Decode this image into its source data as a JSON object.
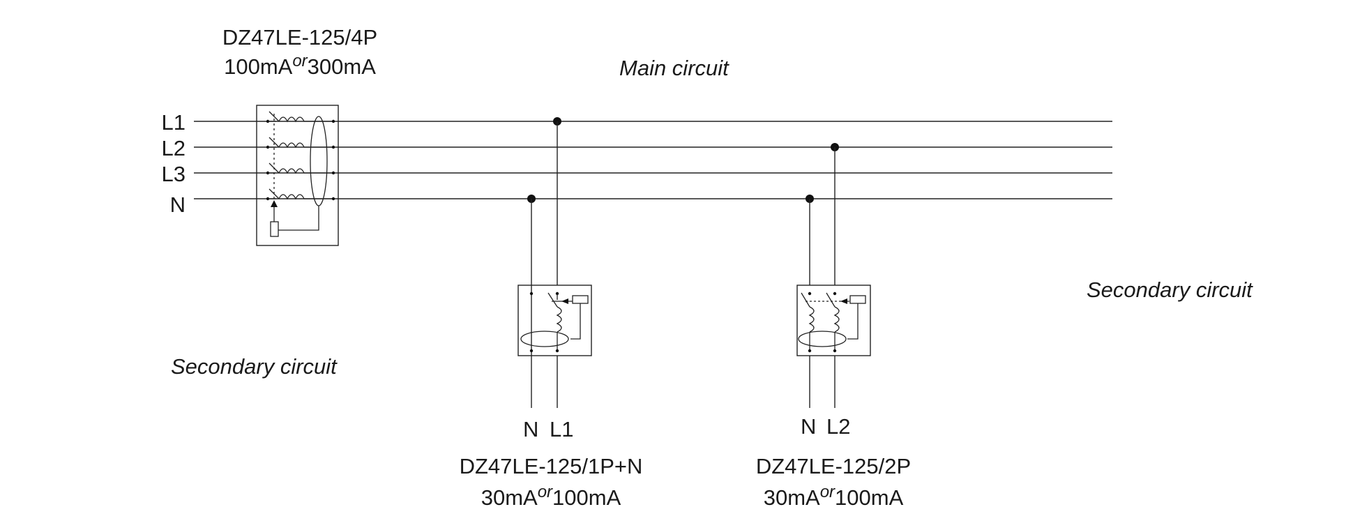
{
  "main_breaker": {
    "model": "DZ47LE-125/4P",
    "rating_a": "100mA",
    "rating_or": "or",
    "rating_b": "300mA"
  },
  "main_circuit_label": "Main circuit",
  "lines": [
    "L1",
    "L2",
    "L3",
    "N"
  ],
  "secondary_left_label": "Secondary circuit",
  "secondary_right_label": "Secondary circuit",
  "breaker_1p_n": {
    "terminal_n": "N",
    "terminal_l": "L1",
    "model": "DZ47LE-125/1P+N",
    "rating_a": "30mA",
    "rating_or": "or",
    "rating_b": "100mA"
  },
  "breaker_2p": {
    "terminal_n": "N",
    "terminal_l": "L2",
    "model": "DZ47LE-125/2P",
    "rating_a": "30mA",
    "rating_or": "or",
    "rating_b": "100mA"
  }
}
